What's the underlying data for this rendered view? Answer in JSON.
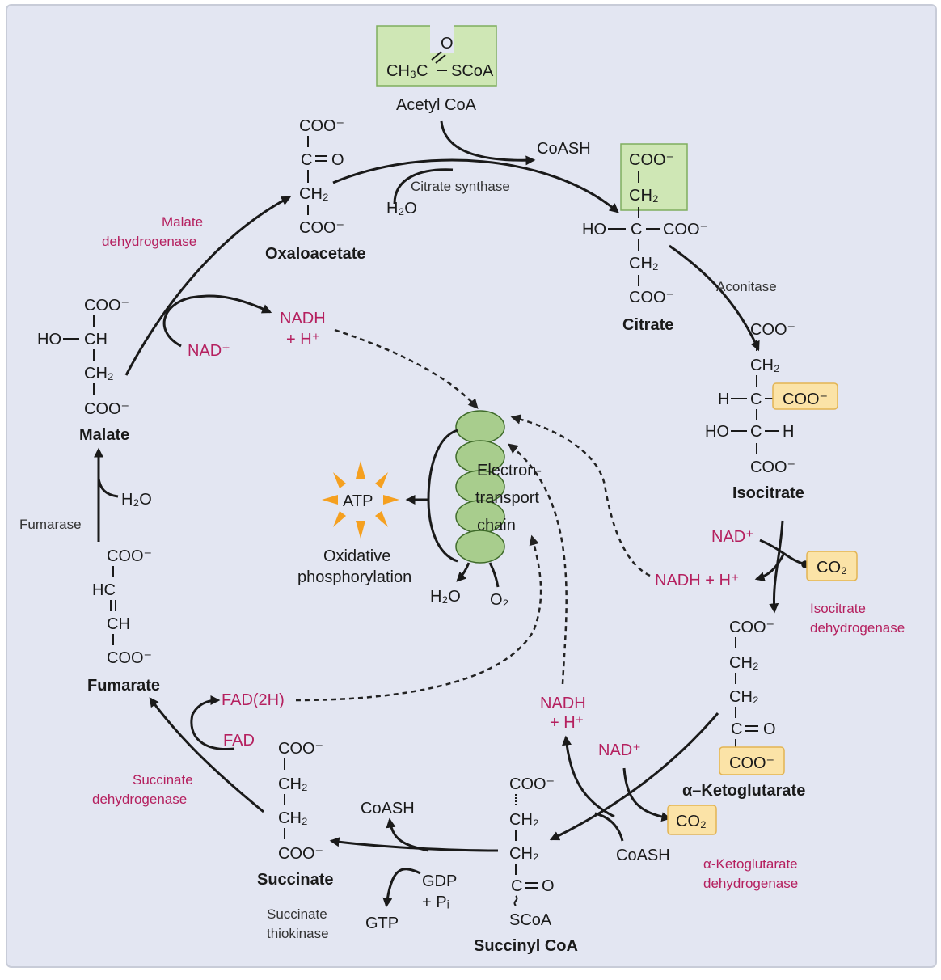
{
  "colors": {
    "background": "#e3e6f2",
    "enzyme_text": "#b5205f",
    "green_box": "#cfe7b5",
    "orange_box": "#fbe3a7",
    "etc_ovals": "#a8cd8d",
    "sun": "#f5a020"
  },
  "acetyl_coa": {
    "o": "O",
    "ch3c": "CH₃C",
    "scoa": "SCoA",
    "label": "Acetyl CoA"
  },
  "coash_top": "CoASH",
  "citrate_synthase": {
    "enzyme": "Citrate synthase",
    "h2o": "H₂O"
  },
  "oxaloacetate": {
    "coo1": "COO⁻",
    "c": "C",
    "o": "O",
    "ch2": "CH₂",
    "coo2": "COO⁻",
    "label": "Oxaloacetate"
  },
  "citrate": {
    "coo1": "COO⁻",
    "ch2a": "CH₂",
    "ho": "HO",
    "c": "C",
    "coo_right": "COO⁻",
    "ch2b": "CH₂",
    "coo2": "COO⁻",
    "label": "Citrate"
  },
  "aconitase": "Aconitase",
  "isocitrate": {
    "coo1": "COO⁻",
    "ch2": "CH₂",
    "h1": "H",
    "c1": "C",
    "coo_box": "COO⁻",
    "ho": "HO",
    "c2": "C",
    "h2": "H",
    "coo2": "COO⁻",
    "label": "Isocitrate"
  },
  "isocitrate_dh": {
    "nad": "NAD⁺",
    "nadh": "NADH + H⁺",
    "co2": "CO₂",
    "enzyme_line1": "Isocitrate",
    "enzyme_line2": "dehydrogenase"
  },
  "alpha_kg": {
    "coo1": "COO⁻",
    "ch2a": "CH₂",
    "ch2b": "CH₂",
    "c": "C",
    "o": "O",
    "coo_box": "COO⁻",
    "label": "α–Ketoglutarate"
  },
  "alpha_kg_dh": {
    "nadh_line1": "NADH",
    "nadh_line2": "+ H⁺",
    "nad": "NAD⁺",
    "co2": "CO₂",
    "coash": "CoASH",
    "enzyme_line1": "α-Ketoglutarate",
    "enzyme_line2": "dehydrogenase"
  },
  "succinyl_coa": {
    "coo": "COO⁻",
    "ch2a": "CH₂",
    "ch2b": "CH₂",
    "c": "C",
    "o": "O",
    "scoa": "SCoA",
    "label": "Succinyl CoA"
  },
  "succinate_thiokinase": {
    "coash": "CoASH",
    "gdp": "GDP",
    "pi": "+ Pᵢ",
    "gtp": "GTP",
    "enzyme_line1": "Succinate",
    "enzyme_line2": "thiokinase"
  },
  "succinate": {
    "coo1": "COO⁻",
    "ch2a": "CH₂",
    "ch2b": "CH₂",
    "coo2": "COO⁻",
    "label": "Succinate"
  },
  "succinate_dh": {
    "fad2h": "FAD(2H)",
    "fad": "FAD",
    "enzyme_line1": "Succinate",
    "enzyme_line2": "dehydrogenase"
  },
  "fumarate": {
    "coo1": "COO⁻",
    "hc": "HC",
    "ch": "CH",
    "coo2": "COO⁻",
    "label": "Fumarate"
  },
  "fumarase": {
    "enzyme": "Fumarase",
    "h2o": "H₂O"
  },
  "malate": {
    "coo1": "COO⁻",
    "ho": "HO",
    "ch": "CH",
    "ch2": "CH₂",
    "coo2": "COO⁻",
    "label": "Malate"
  },
  "malate_dh": {
    "enzyme_line1": "Malate",
    "enzyme_line2": "dehydrogenase",
    "nad": "NAD⁺",
    "nadh_line1": "NADH",
    "nadh_line2": "+ H⁺"
  },
  "etc": {
    "line1": "Electron-",
    "line2": "transport",
    "line3": "chain",
    "h2o": "H₂O",
    "o2": "O₂"
  },
  "atp": {
    "label": "ATP",
    "caption_line1": "Oxidative",
    "caption_line2": "phosphorylation"
  }
}
